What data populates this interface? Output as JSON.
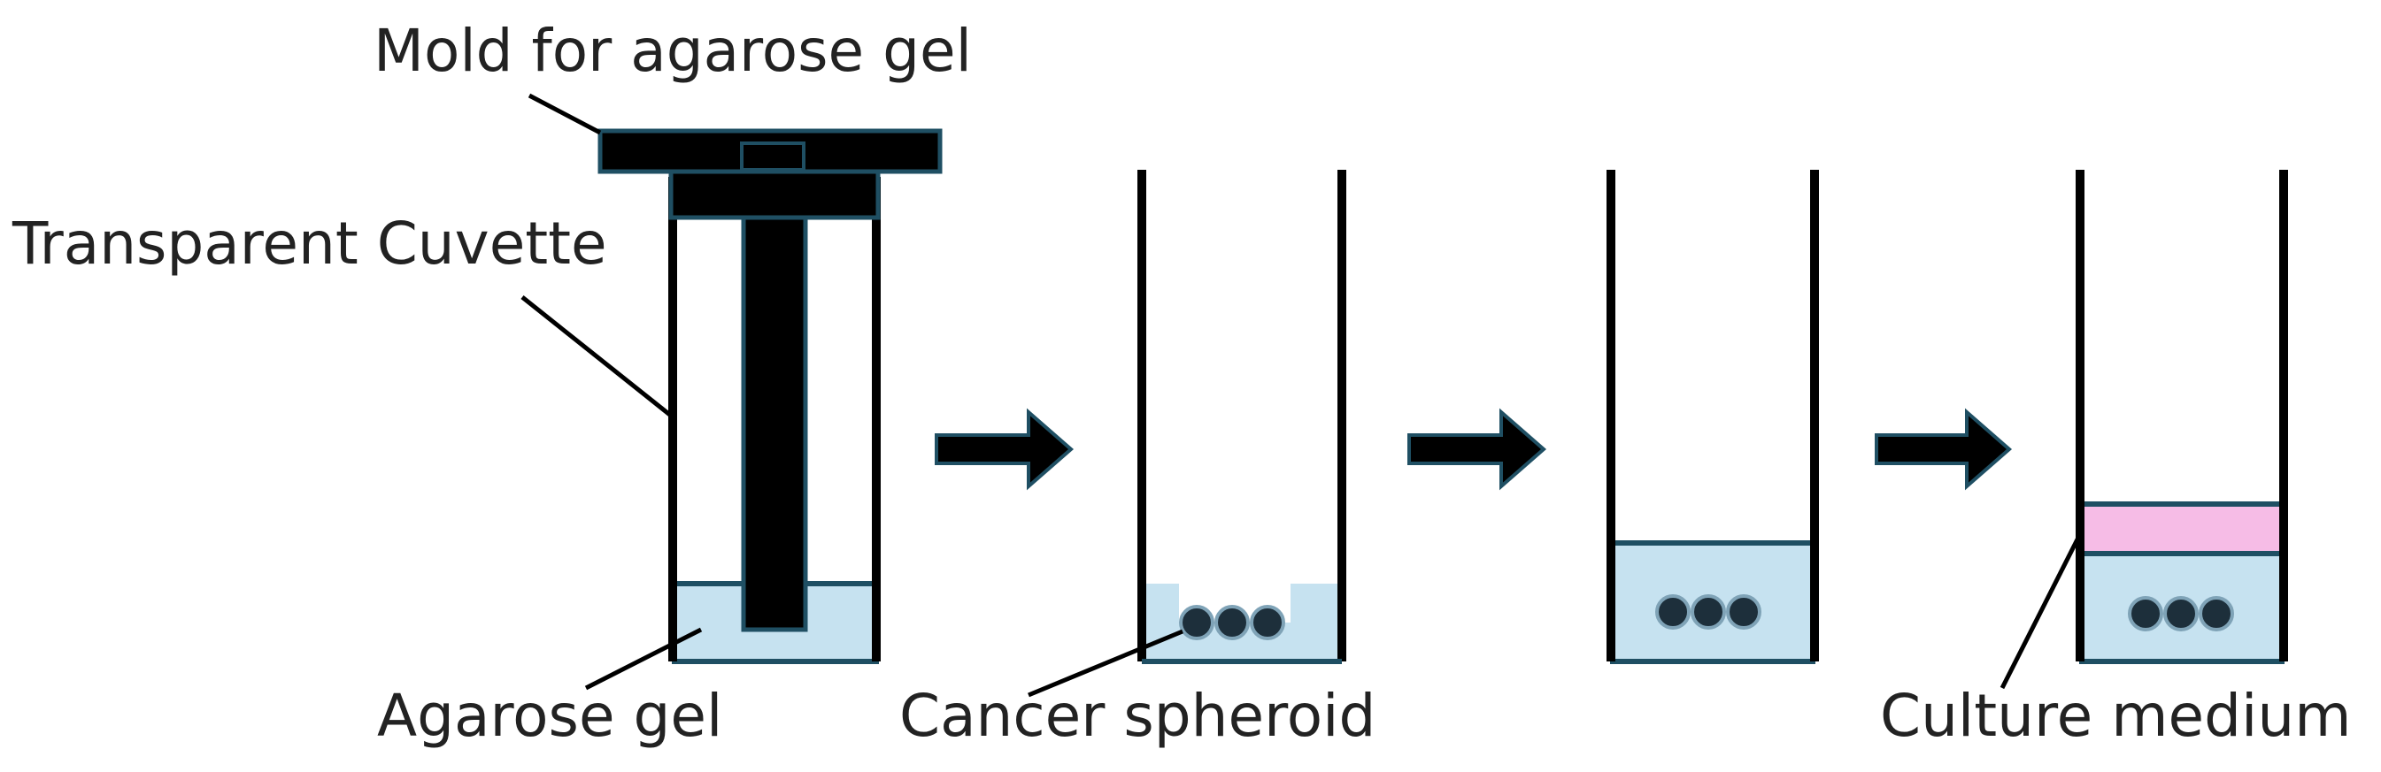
{
  "labels": {
    "mold": "Mold for agarose gel",
    "cuvette": "Transparent Cuvette",
    "agarose": "Agarose gel",
    "spheroid": "Cancer spheroid",
    "medium": "Culture medium"
  },
  "colors": {
    "outline": "#000000",
    "gel_fill": "#c6e2f0",
    "gel_stroke": "#1f4f63",
    "medium_fill": "#f6bce6",
    "spheroid_fill": "#1d2f3b",
    "spheroid_edge": "#7fa3b7",
    "text": "#222222"
  }
}
